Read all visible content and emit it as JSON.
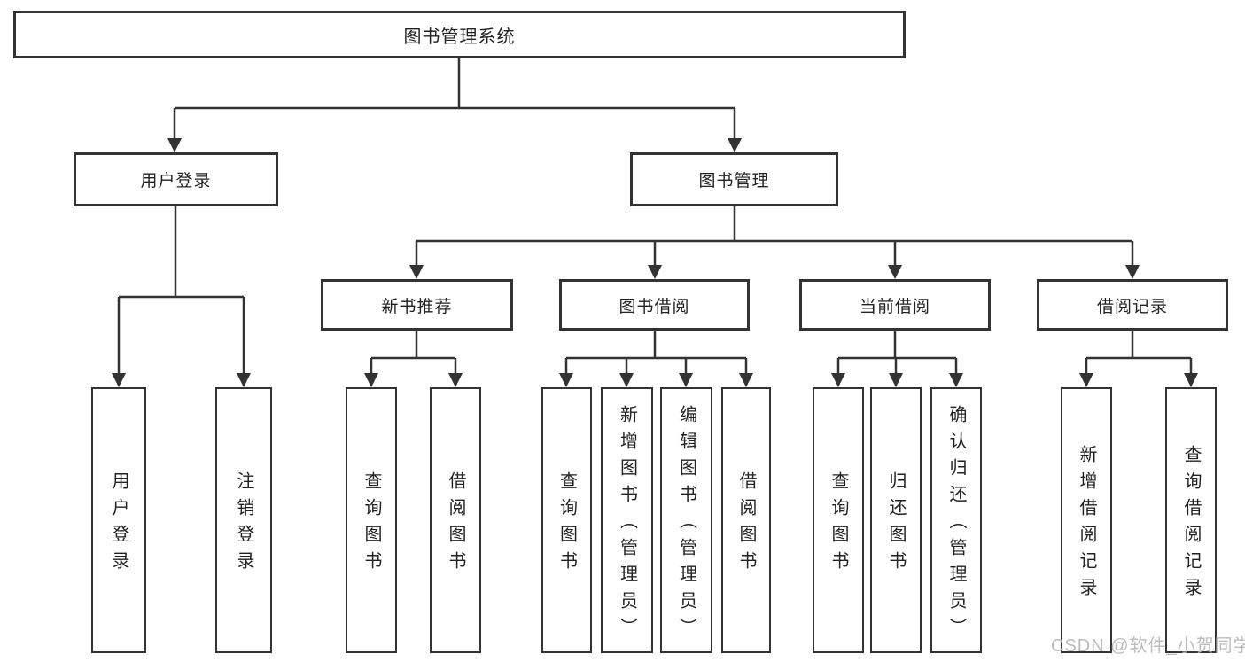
{
  "tree": {
    "root": {
      "label": "图书管理系统"
    },
    "children": [
      {
        "label": "用户登录",
        "children": [
          {
            "label": "用户登录"
          },
          {
            "label": "注销登录"
          }
        ]
      },
      {
        "label": "图书管理",
        "children": [
          {
            "label": "新书推荐",
            "children": [
              {
                "label": "查询图书"
              },
              {
                "label": "借阅图书"
              }
            ]
          },
          {
            "label": "图书借阅",
            "children": [
              {
                "label": "查询图书"
              },
              {
                "label": "新增图书（管理员）"
              },
              {
                "label": "编辑图书（管理员）"
              },
              {
                "label": "借阅图书"
              }
            ]
          },
          {
            "label": "当前借阅",
            "children": [
              {
                "label": "查询图书"
              },
              {
                "label": "归还图书"
              },
              {
                "label": "确认归还（管理员）"
              }
            ]
          },
          {
            "label": "借阅记录",
            "children": [
              {
                "label": "新增借阅记录"
              },
              {
                "label": "查询借阅记录"
              }
            ]
          }
        ]
      }
    ]
  },
  "watermark": {
    "text": "CSDN @软件_小贺同学"
  },
  "colors": {
    "line": "#333333",
    "text": "#222222",
    "node_fill": "#ffffff",
    "watermark": "#b5b5b5",
    "background": "#ffffff"
  }
}
